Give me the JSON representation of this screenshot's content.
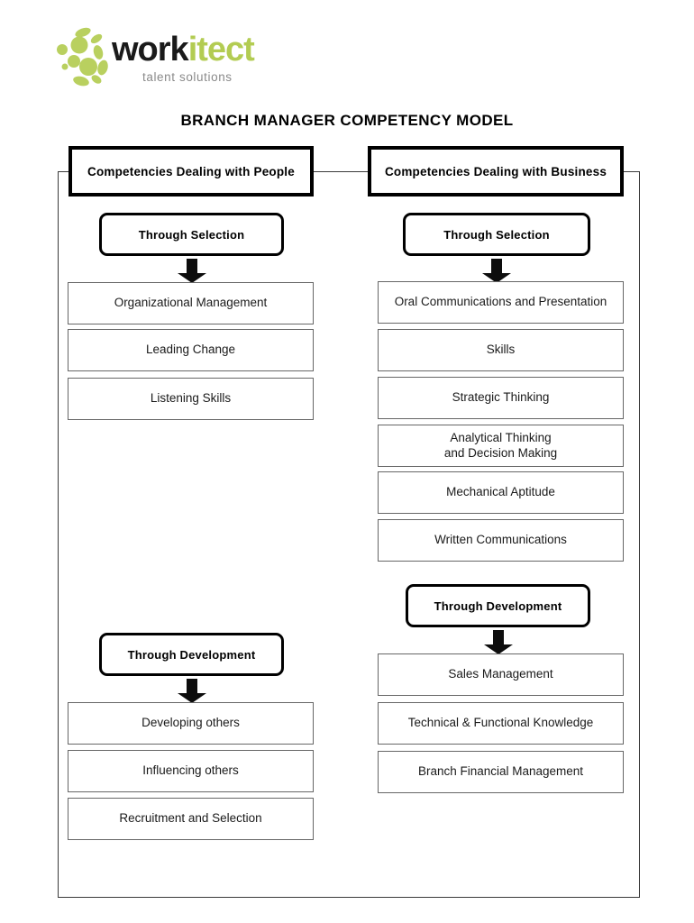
{
  "brand": {
    "name_dark": "work",
    "name_accent": "itect",
    "tagline": "talent solutions",
    "accent_color": "#b3cc52",
    "mark_icon": "circle-cluster-logo-icon"
  },
  "title": "BRANCH MANAGER COMPETENCY MODEL",
  "columns": {
    "people": {
      "header": "Competencies Dealing with People",
      "groups": [
        {
          "stage": "Through Selection",
          "arrow_icon": "down-block-arrow-icon",
          "items": [
            "Organizational Management",
            "Leading Change",
            "Listening Skills"
          ]
        },
        {
          "stage": "Through Development",
          "arrow_icon": "down-block-arrow-icon",
          "items": [
            "Developing others",
            "Influencing others",
            "Recruitment and Selection"
          ]
        }
      ]
    },
    "business": {
      "header": "Competencies Dealing with Business",
      "groups": [
        {
          "stage": "Through Selection",
          "arrow_icon": "down-block-arrow-icon",
          "items": [
            "Oral Communications and Presentation",
            "Skills",
            "Strategic Thinking",
            "Analytical Thinking\nand Decision Making",
            "Mechanical Aptitude",
            "Written Communications"
          ]
        },
        {
          "stage": "Through Development",
          "arrow_icon": "down-block-arrow-icon",
          "items": [
            "Sales Management",
            "Technical & Functional Knowledge",
            "Branch Financial Management"
          ]
        }
      ]
    }
  }
}
